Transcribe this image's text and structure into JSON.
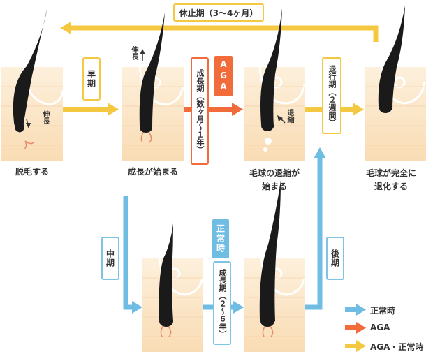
{
  "rest_label": "休止期（3〜4ヶ月）",
  "stages": {
    "s1": "脱毛する",
    "s2": "成長が始まる",
    "s3": "毛球の退縮が\n始まる",
    "s4": "毛球が完全に\n退化する"
  },
  "phase_boxes": {
    "early": "早期",
    "growth_aga": "成長期（数ヶ月〜１年）",
    "regression": "退行期（２週間）",
    "middle": "中期",
    "growth_normal": "成長期（２〜６年）",
    "late": "後期"
  },
  "tags": {
    "aga": "AGA",
    "normal": "正常時"
  },
  "annotations": {
    "stretch1": "伸長",
    "stretch2": "伸長",
    "shrink": "退縮"
  },
  "legend": {
    "normal": "正常時",
    "aga": "AGA",
    "both": "AGA・正常時"
  },
  "colors": {
    "yellow": "#f5c842",
    "blue": "#6fbde3",
    "red": "#f26b3a",
    "skin": "#fbe4c4"
  }
}
